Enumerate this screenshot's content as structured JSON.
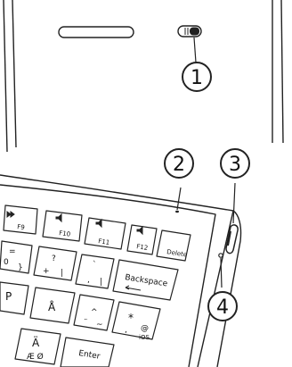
{
  "callouts": [
    "1",
    "2",
    "3",
    "4"
  ],
  "keys": {
    "f9": "F9",
    "f10": "F10",
    "f11": "F11",
    "f12": "F12",
    "delete": "Delete",
    "backspace": "Backspace",
    "enter": "Enter",
    "a_ring": "Å",
    "a_uml": "Ä",
    "ae_o": "Æ Ø",
    "p": "P",
    "zero": "0",
    "question": "?",
    "plus": "+",
    "equals": "=",
    "brace": "}",
    "bar": "|",
    "backtick": "`",
    "star": "*",
    "at": "@",
    "ios": "iOS",
    "comma": ",",
    "tilde": "~",
    "caret": "^",
    "diaeresis": "¨"
  },
  "icons": {
    "power_switch": "power-switch-icon",
    "camera": "camera-icon",
    "status_led": "status-led-icon",
    "charge_port": "charge-port-icon",
    "reset_hole": "reset-hole-icon"
  }
}
